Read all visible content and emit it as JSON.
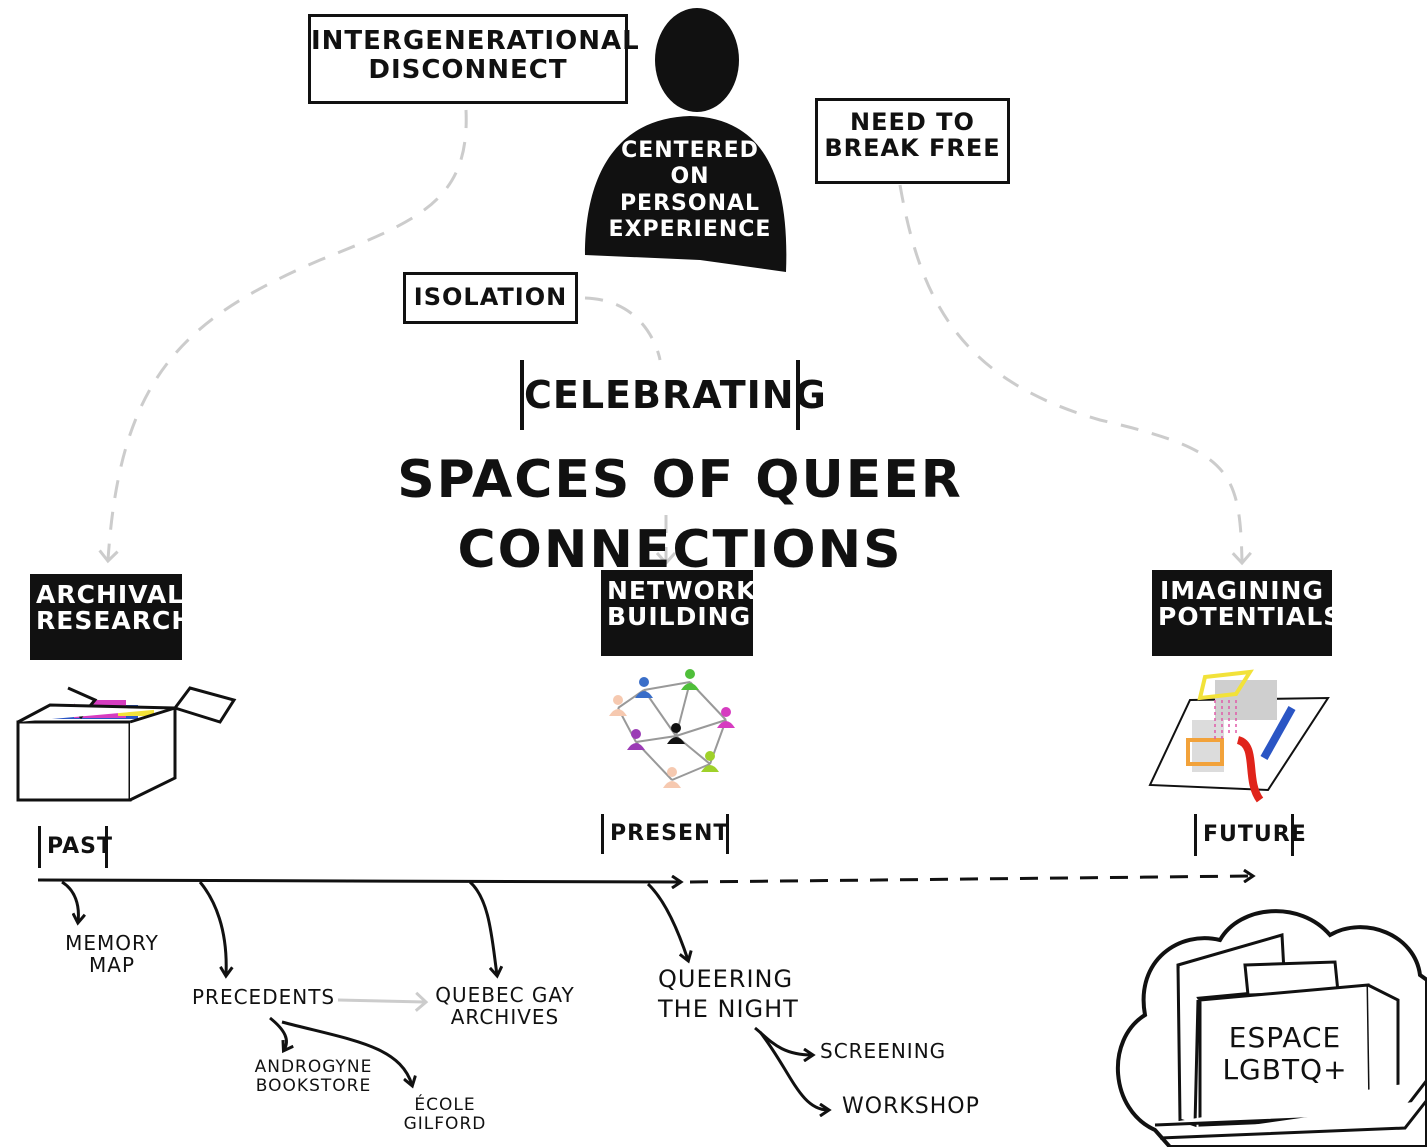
{
  "top": {
    "intergenerational": [
      "Intergenerational",
      "Disconnect"
    ],
    "centered": [
      "Centered",
      "on",
      "Personal",
      "Experience"
    ],
    "need_to_break_free": [
      "Need to",
      "Break free"
    ],
    "isolation": "Isolation"
  },
  "title": {
    "celebrating": "Celebrating",
    "main": "Spaces of Queer Connections"
  },
  "columns": {
    "archival": [
      "Archival",
      "Research"
    ],
    "network": [
      "Network",
      "Building"
    ],
    "imagining": [
      "Imagining",
      "Potentials"
    ]
  },
  "timeline": {
    "past": "Past",
    "present": "Present",
    "future": "Future"
  },
  "branches": {
    "memory_map": [
      "Memory",
      "Map"
    ],
    "precedents": "Precedents",
    "quebec_gay_archives": [
      "Quebec Gay",
      "Archives"
    ],
    "androgyne": [
      "Androgyne",
      "Bookstore"
    ],
    "ecole": [
      "École",
      "Gilford"
    ],
    "queering": [
      "Queering",
      "the Night"
    ],
    "screening": "Screening",
    "workshop": "Workshop"
  },
  "future_building": [
    "Espace",
    "LGBTQ+"
  ],
  "network_colors": {
    "blue": "#3a6ec8",
    "green": "#4fbf3a",
    "pink": "#d63cc0",
    "purple": "#9b3cb5",
    "lime": "#9fd12a",
    "peach": "#f6c9b0",
    "black": "#111111"
  },
  "future_colors": {
    "yellow": "#f2e23a",
    "orange": "#f2a23a",
    "red": "#e0241b",
    "blue": "#2a55c4",
    "grey": "#cfcfcf"
  }
}
